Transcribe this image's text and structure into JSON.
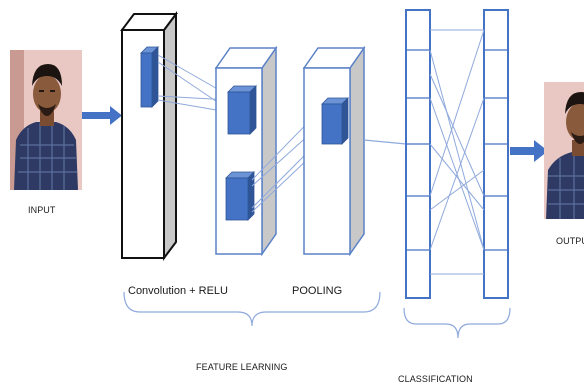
{
  "labels": {
    "input": "INPUT",
    "output": "OUTPUT",
    "convolution": "Convolution + RELU",
    "pooling": "POOLING",
    "feature_learning": "FEATURE LEARNING",
    "classification": "CLASSIFICATION"
  },
  "colors": {
    "accent_blue": "#4472c4",
    "line_blue": "#8fa9dc",
    "frame_blue": "#5b82c8",
    "side_gray": "#c8c8c8",
    "skin": "#8a5a3c",
    "hair": "#1c1410",
    "shirt": "#2e3a63",
    "wall": "#e9c8c4"
  },
  "photos": {
    "input_icon": "person-photo",
    "output_icon": "person-photo"
  }
}
